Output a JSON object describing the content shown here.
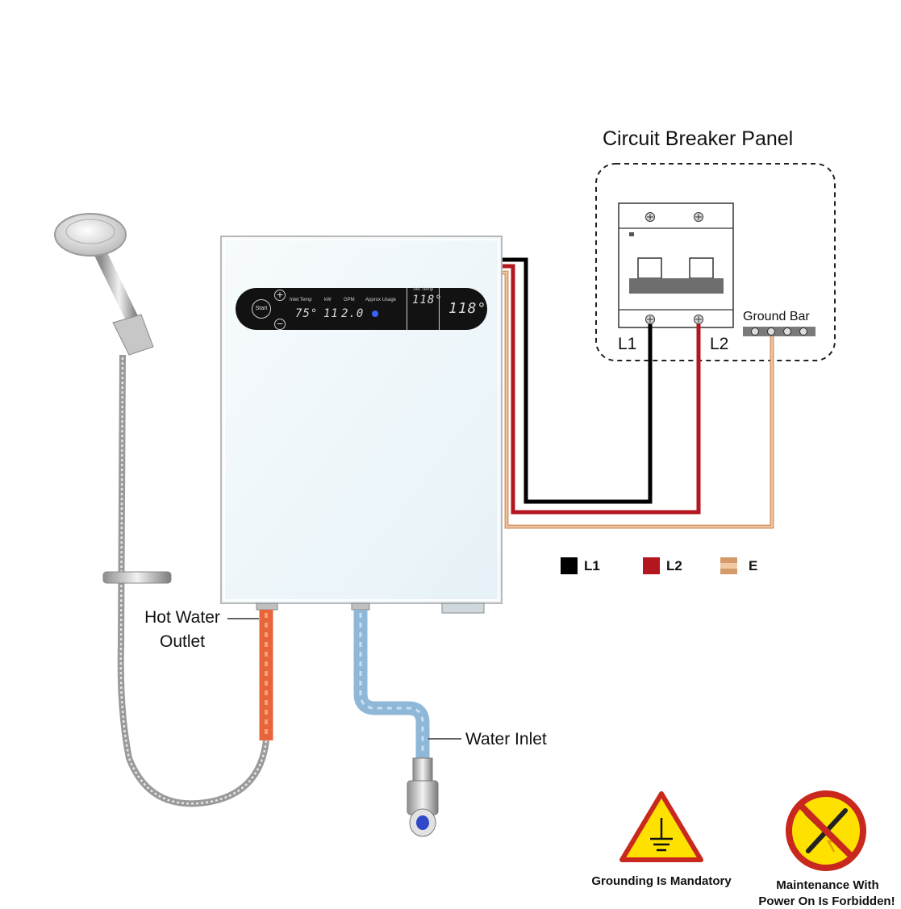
{
  "title": "Circuit Breaker Panel",
  "panel": {
    "ground_bar": "Ground Bar",
    "l1": "L1",
    "l2": "L2"
  },
  "legend": [
    {
      "label": "L1",
      "color": "#000000"
    },
    {
      "label": "L2",
      "color": "#b3161f"
    },
    {
      "label": "E",
      "color": "#d49a6a"
    }
  ],
  "callouts": {
    "hot_water_line1": "Hot Water",
    "hot_water_line2": "Outlet",
    "water_inlet": "Water Inlet"
  },
  "control_panel": {
    "start": "Start",
    "plus": "+",
    "minus": "−",
    "inlet_temp_label": "Inlet Temp",
    "inlet_temp_value": "75°",
    "kw_label": "kW",
    "kw_value": "11",
    "gpm_label": "GPM",
    "gpm_value": "2.0",
    "approx_usage_label": "Approx Usage",
    "set_temp_label": "Set Temp",
    "set_temp_value": "118°",
    "main_temp_value": "118°"
  },
  "warnings": {
    "grounding": "Grounding Is Mandatory",
    "maintenance_line1": "Maintenance With",
    "maintenance_line2": "Power On Is Forbidden!"
  },
  "colors": {
    "l1": "#000000",
    "l2": "#b3161f",
    "earth": "#d49a6a",
    "hot_pipe": "#e8643a",
    "cold_pipe": "#8fb8d8",
    "warning_yellow": "#ffe100",
    "warning_red": "#c9281e"
  }
}
